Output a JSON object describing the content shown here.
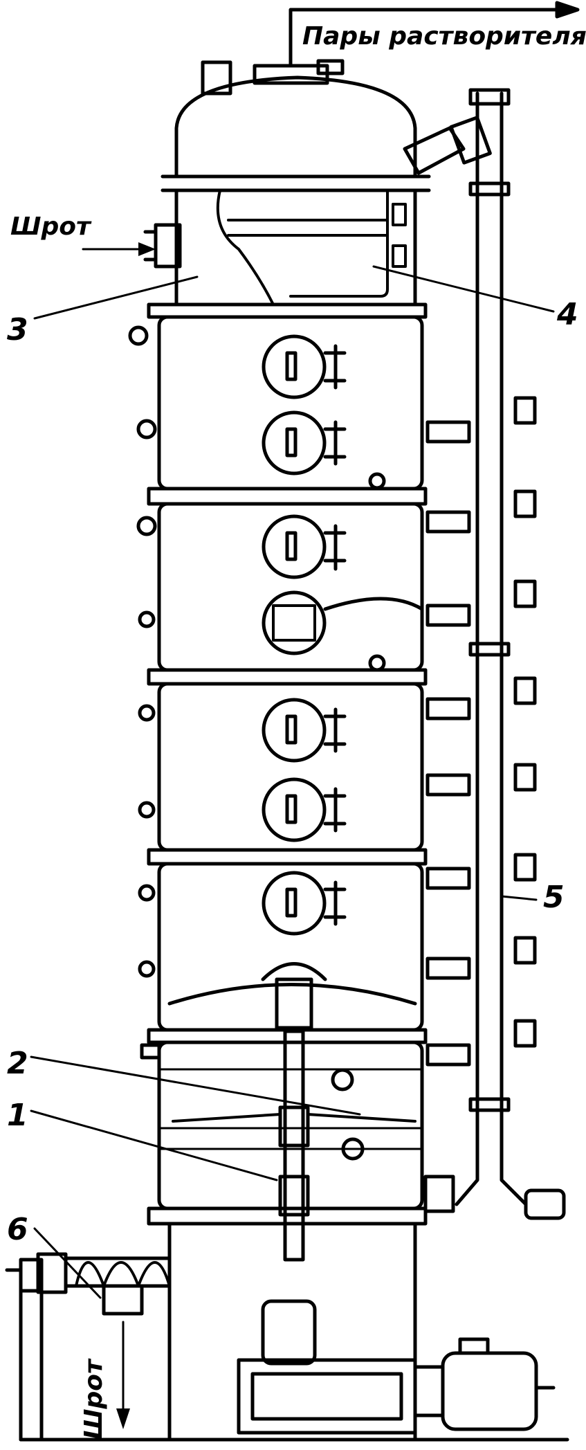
{
  "labels": {
    "vapors": "Пары растворителя",
    "meal_in": "Шрот",
    "meal_out": "Шрот",
    "n1": "1",
    "n2": "2",
    "n3": "3",
    "n4": "4",
    "n5": "5",
    "n6": "6"
  }
}
